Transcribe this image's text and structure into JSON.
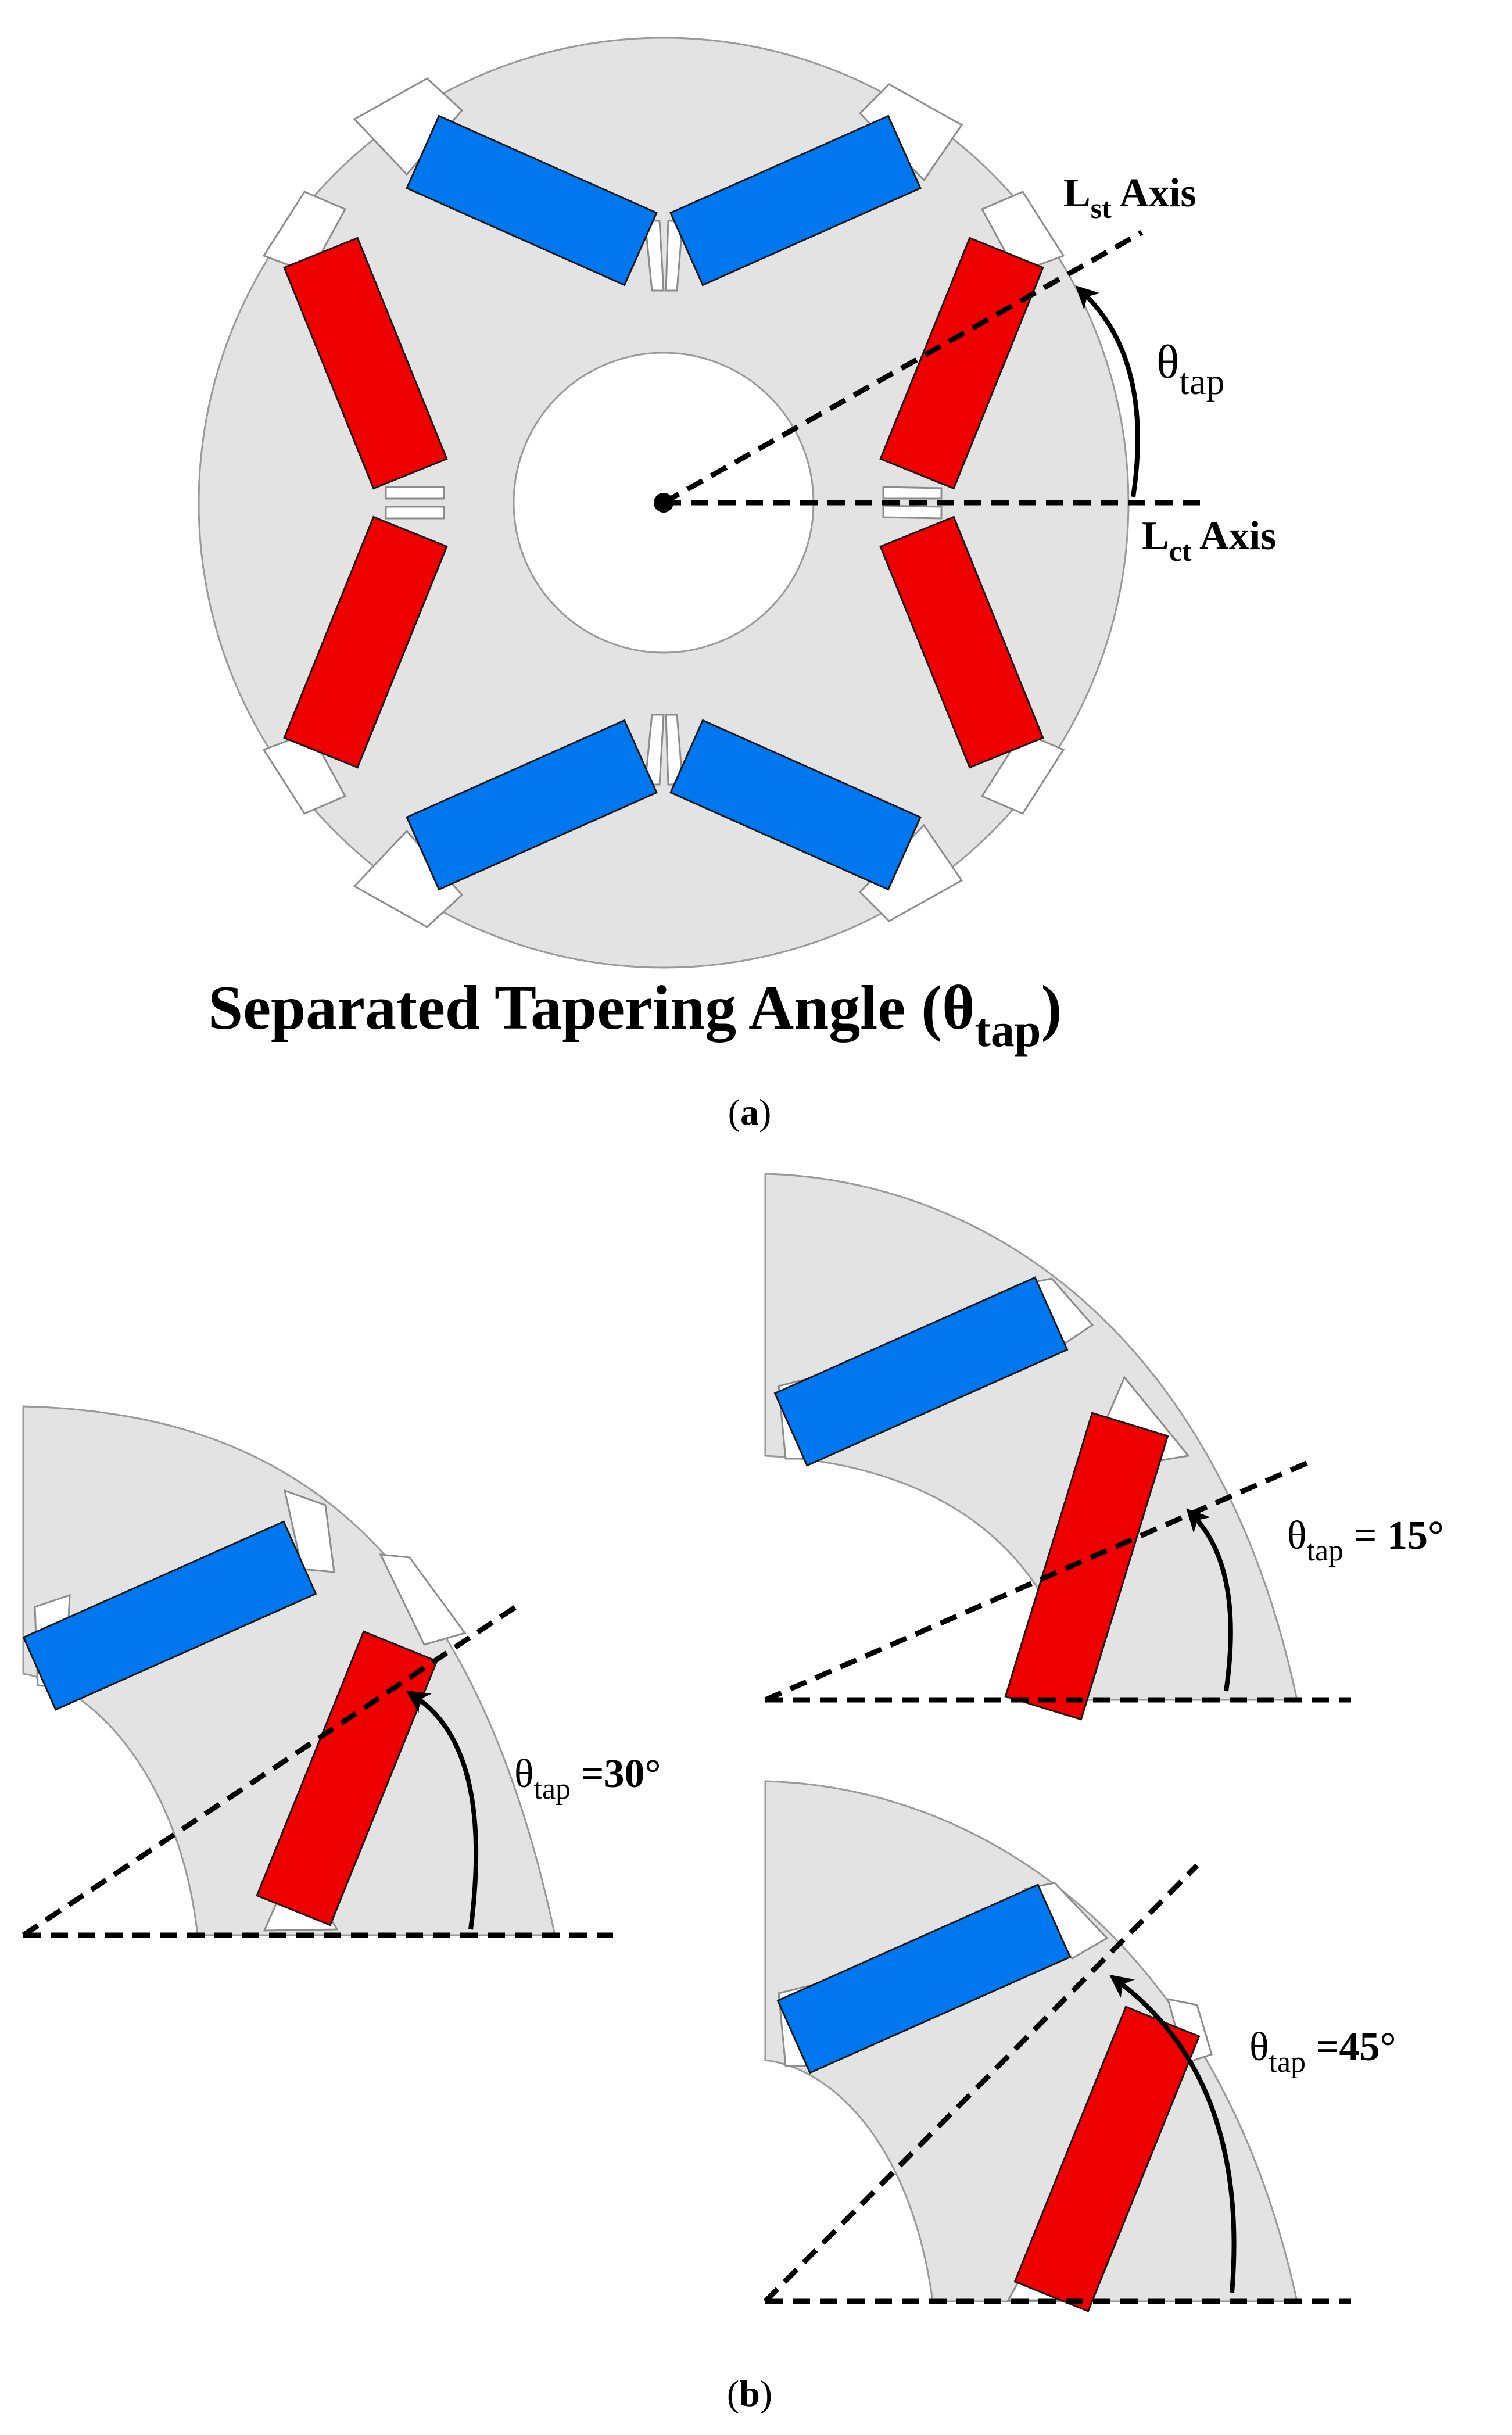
{
  "colors": {
    "core": "#e3e3e3",
    "north_magnet": "#0077ee",
    "south_magnet": "#ee0000",
    "pocket": "#ffffff"
  },
  "panel_a": {
    "st_axis_label": {
      "main": "L",
      "sub": "st",
      "suffix": " Axis"
    },
    "ct_axis_label": {
      "main": "L",
      "sub": "ct",
      "suffix": " Axis"
    },
    "angle_label": {
      "main": "θ",
      "sub": "tap"
    },
    "caption": {
      "main": "Separated Tapering Angle (θ",
      "sub": "tap",
      "end": ")"
    },
    "panel_label": {
      "open": "(",
      "letter": "a",
      "close": ")"
    }
  },
  "panel_b": {
    "views": [
      {
        "angle_deg": 30,
        "label": {
          "main": "θ",
          "sub": "tap",
          "value": " =30°"
        }
      },
      {
        "angle_deg": 15,
        "label": {
          "main": "θ",
          "sub": "tap",
          "value": " = 15°"
        }
      },
      {
        "angle_deg": 45,
        "label": {
          "main": "θ",
          "sub": "tap",
          "value": " =45°"
        }
      }
    ],
    "panel_label": {
      "open": "(",
      "letter": "b",
      "close": ")"
    }
  }
}
